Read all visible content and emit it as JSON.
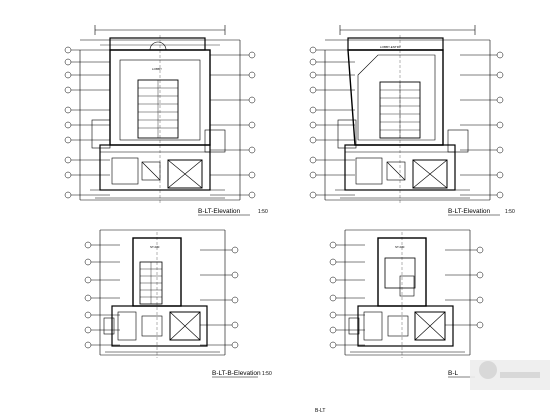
{
  "plans": [
    {
      "id": "plan-1",
      "title": "B-LT-Elevation",
      "scale": "1:50",
      "room_tag": "LOBBY"
    },
    {
      "id": "plan-2",
      "title": "B-LT-Elevation",
      "scale": "1:50",
      "room_tag": "LOBBY-ENTRY"
    },
    {
      "id": "plan-3",
      "title": "B-LT-B-Elevation",
      "scale": "1:50",
      "room_tag": "ST-RM"
    },
    {
      "id": "plan-4",
      "title": "B-L",
      "scale": "",
      "room_tag": "ST-RM"
    }
  ],
  "footer_label": "B-LT",
  "colors": {
    "line": "#000000",
    "bg": "#ffffff",
    "watermark": "#d8d8d8"
  }
}
